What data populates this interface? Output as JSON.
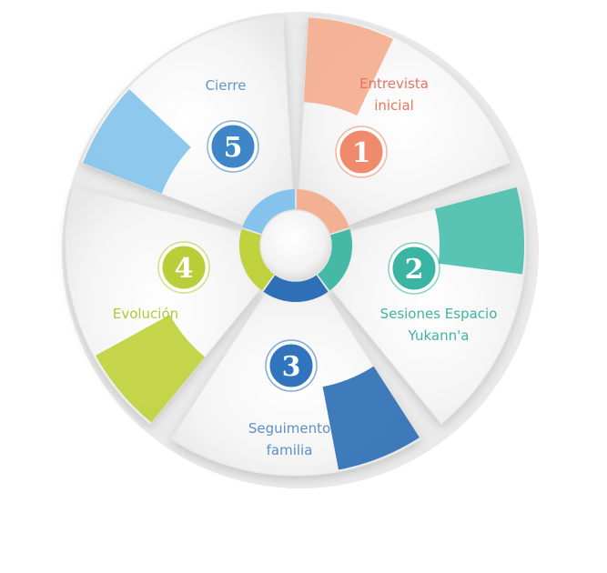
{
  "diagram": {
    "segments": [
      {
        "number": "1",
        "label_lines": [
          "Entrevista",
          "inicial"
        ],
        "color": "#f08a6c",
        "accent": "#f4ae8e",
        "inner": "#f3b092",
        "text_color": "#e8745d"
      },
      {
        "number": "2",
        "label_lines": [
          "Sesiones Espacio",
          "Yukann'a"
        ],
        "color": "#3ab5a3",
        "accent": "#4cbfae",
        "inner": "#45b8a6",
        "text_color": "#3fb3a2"
      },
      {
        "number": "3",
        "label_lines": [
          "Seguimento",
          "familia"
        ],
        "color": "#2f74bd",
        "accent": "#2f6fb5",
        "inner": "#2f6fb5",
        "text_color": "#5a8fc9"
      },
      {
        "number": "4",
        "label_lines": [
          "Evolución"
        ],
        "color": "#b9cf3a",
        "accent": "#bfd13d",
        "inner": "#bfd13d",
        "text_color": "#b3c73a"
      },
      {
        "number": "5",
        "label_lines": [
          "Cierre"
        ],
        "color": "#3f86c6",
        "accent": "#86c3ec",
        "inner": "#86c3ec",
        "text_color": "#5c98cf"
      }
    ]
  }
}
